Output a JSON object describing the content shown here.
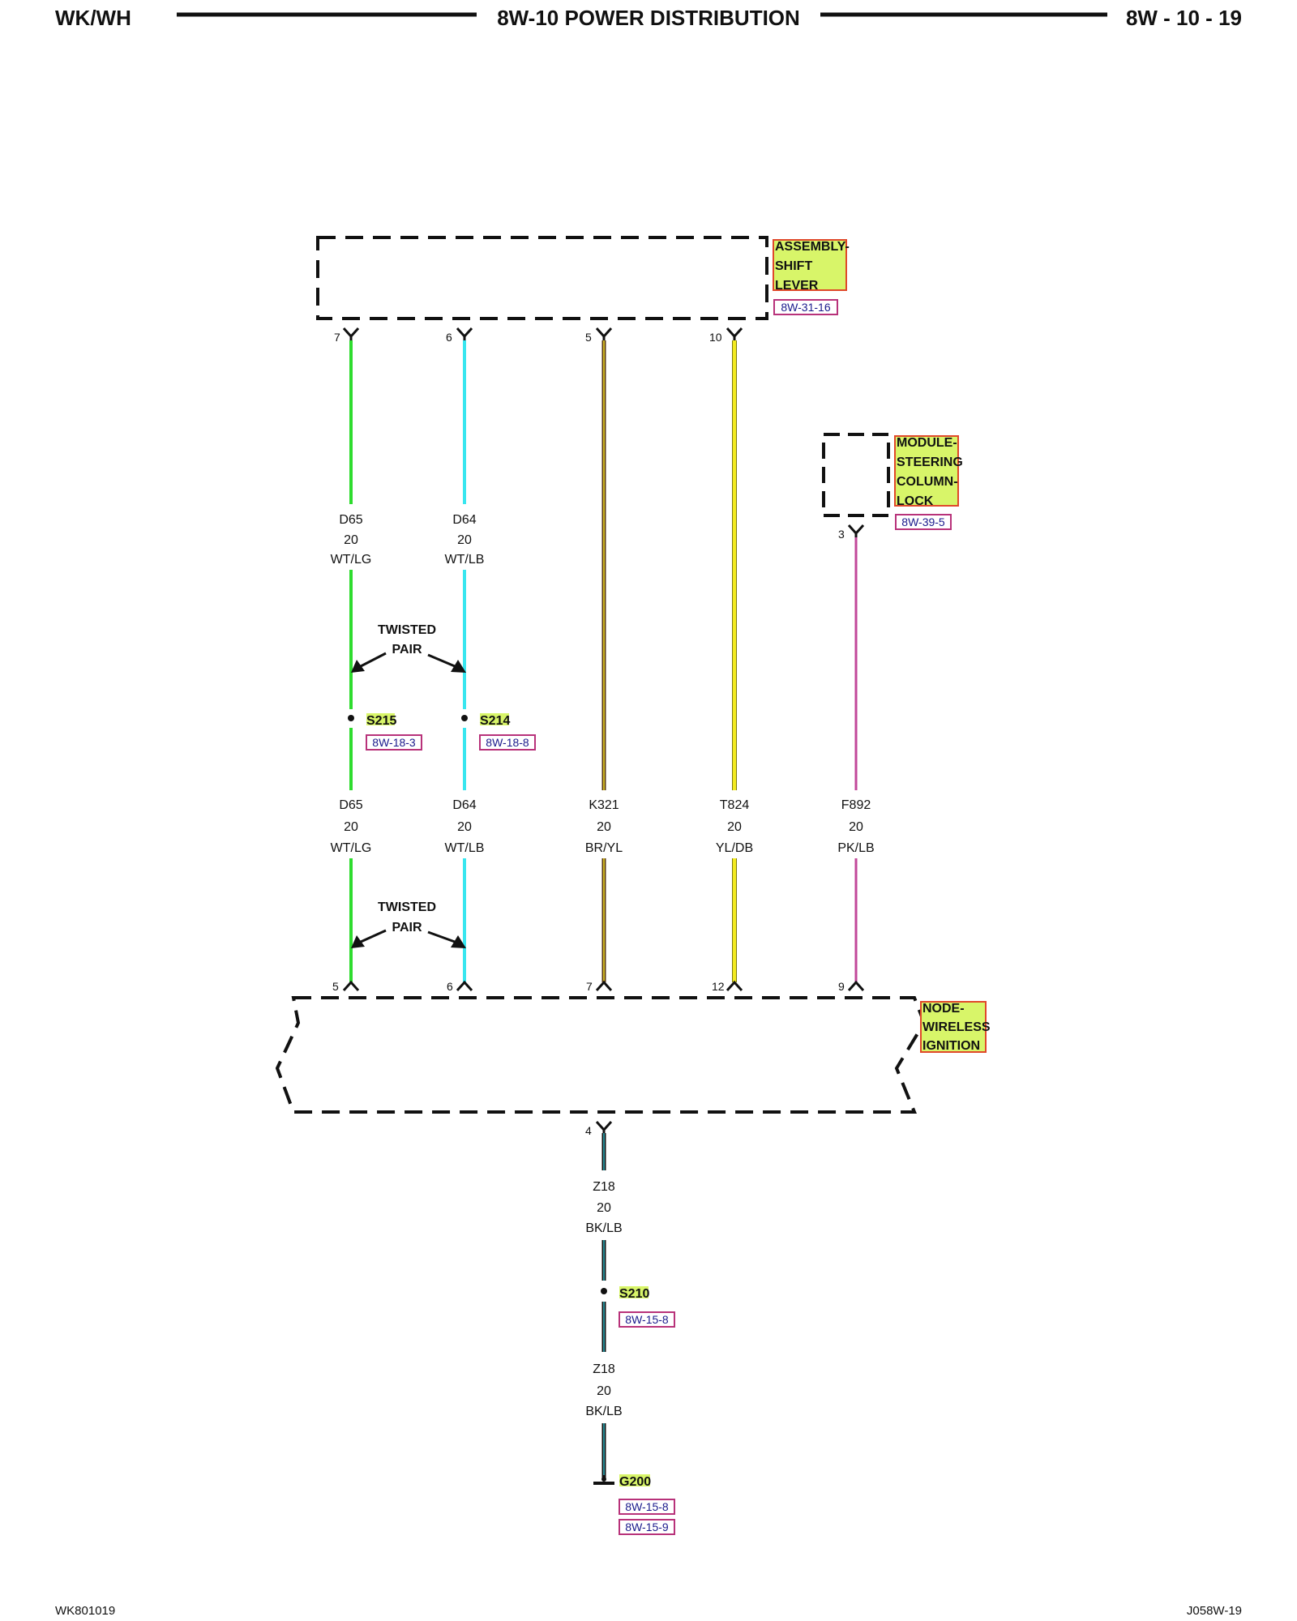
{
  "header": {
    "left": "WK/WH",
    "center": "8W-10 POWER DISTRIBUTION",
    "right": "8W - 10 - 19"
  },
  "footer": {
    "left": "WK801019",
    "right": "J058W-19"
  },
  "components": {
    "shift_lever": {
      "name": [
        "ASSEMBLY-",
        "SHIFT",
        "LEVER"
      ],
      "ref": "8W-31-16"
    },
    "steering_lock": {
      "name": [
        "MODULE-",
        "STEERING",
        "COLUMN-",
        "LOCK"
      ],
      "ref": "8W-39-5"
    },
    "wireless_ignition": {
      "name": [
        "NODE-",
        "WIRELESS",
        "IGNITION"
      ]
    }
  },
  "twisted_pair": {
    "line1": "TWISTED",
    "line2": "PAIR"
  },
  "wires": {
    "d65": {
      "top_pin": "7",
      "bottom_pin": "5",
      "upper": [
        "D65",
        "20",
        "WT/LG"
      ],
      "lower": [
        "D65",
        "20",
        "WT/LG"
      ],
      "color": "#2edc2e"
    },
    "d64": {
      "top_pin": "6",
      "bottom_pin": "6",
      "upper": [
        "D64",
        "20",
        "WT/LB"
      ],
      "lower": [
        "D64",
        "20",
        "WT/LB"
      ],
      "color": "#38e6ef"
    },
    "k321": {
      "top_pin": "5",
      "bottom_pin": "7",
      "lower": [
        "K321",
        "20",
        "BR/YL"
      ],
      "color": "#5a3a12",
      "stripe": "#f2dc2a"
    },
    "t824": {
      "top_pin": "10",
      "bottom_pin": "12",
      "lower": [
        "T824",
        "20",
        "YL/DB"
      ],
      "color": "#f3ea1f"
    },
    "f892": {
      "top_pin": "3",
      "bottom_pin": "9",
      "lower": [
        "F892",
        "20",
        "PK/LB"
      ],
      "color": "#c2479a"
    },
    "z18": {
      "top_pin": "4",
      "upper": [
        "Z18",
        "20",
        "BK/LB"
      ],
      "lower": [
        "Z18",
        "20",
        "BK/LB"
      ],
      "color": "#111111",
      "stripe": "#2fb7c4"
    }
  },
  "splices": {
    "s215": {
      "id": "S215",
      "ref": "8W-18-3"
    },
    "s214": {
      "id": "S214",
      "ref": "8W-18-8"
    },
    "s210": {
      "id": "S210",
      "ref": "8W-15-8"
    }
  },
  "ground": {
    "id": "G200",
    "refs": [
      "8W-15-8",
      "8W-15-9"
    ]
  },
  "colors": {
    "component_fill": "#d8f569",
    "component_border": "#e0482a",
    "ref_border": "#b8327a"
  }
}
